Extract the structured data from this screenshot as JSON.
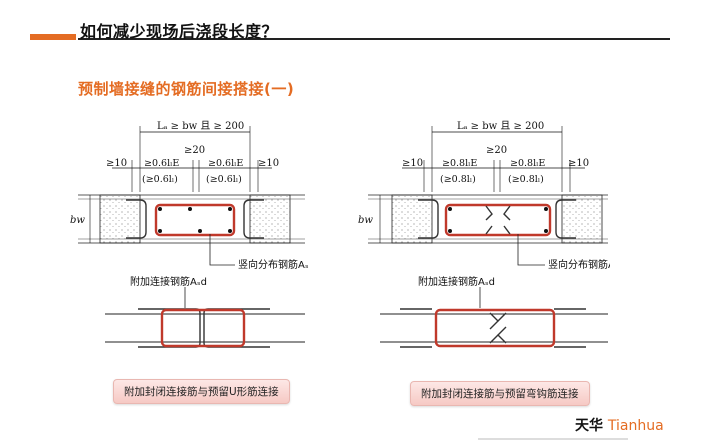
{
  "page": {
    "title": "如何减少现场后浇段长度？",
    "subtitle": "预制墙接缝的钢筋间接搭接(一)"
  },
  "diagram_left": {
    "top_dim": "Lₐ ≥ bw 且 ≥ 200",
    "mid_dim": "≥20",
    "left_dim": "≥10",
    "right_dim": "≥10",
    "lap_left": "≥0.6lₗE",
    "lap_right": "≥0.6lₗE",
    "lap_left_alt": "(≥0.6lₗ)",
    "lap_right_alt": "(≥0.6lₗ)",
    "thickness": "bw",
    "vertical_bar_label": "竖向分布钢筋Aₛ",
    "added_bar_label": "附加连接钢筋Aₛd",
    "caption": "附加封闭连接筋与预留U形筋连接"
  },
  "diagram_right": {
    "top_dim": "Lₐ ≥ bw 且 ≥ 200",
    "mid_dim": "≥20",
    "left_dim": "≥10",
    "right_dim": "≥10",
    "lap_left": "≥0.8lₗE",
    "lap_right": "≥0.8lₗE",
    "lap_left_alt": "(≥0.8lₗ)",
    "lap_right_alt": "(≥0.8lₗ)",
    "thickness": "bw",
    "vertical_bar_label": "竖向分布钢筋Aₛ",
    "added_bar_label": "附加连接钢筋Aₛd",
    "caption": "附加封闭连接筋与预留弯钩筋连接"
  },
  "logo": {
    "cn": "天华",
    "en": "Tianhua"
  },
  "colors": {
    "accent": "#e46c23",
    "rebar": "#c0392b",
    "concrete": "#d9d9d9"
  }
}
